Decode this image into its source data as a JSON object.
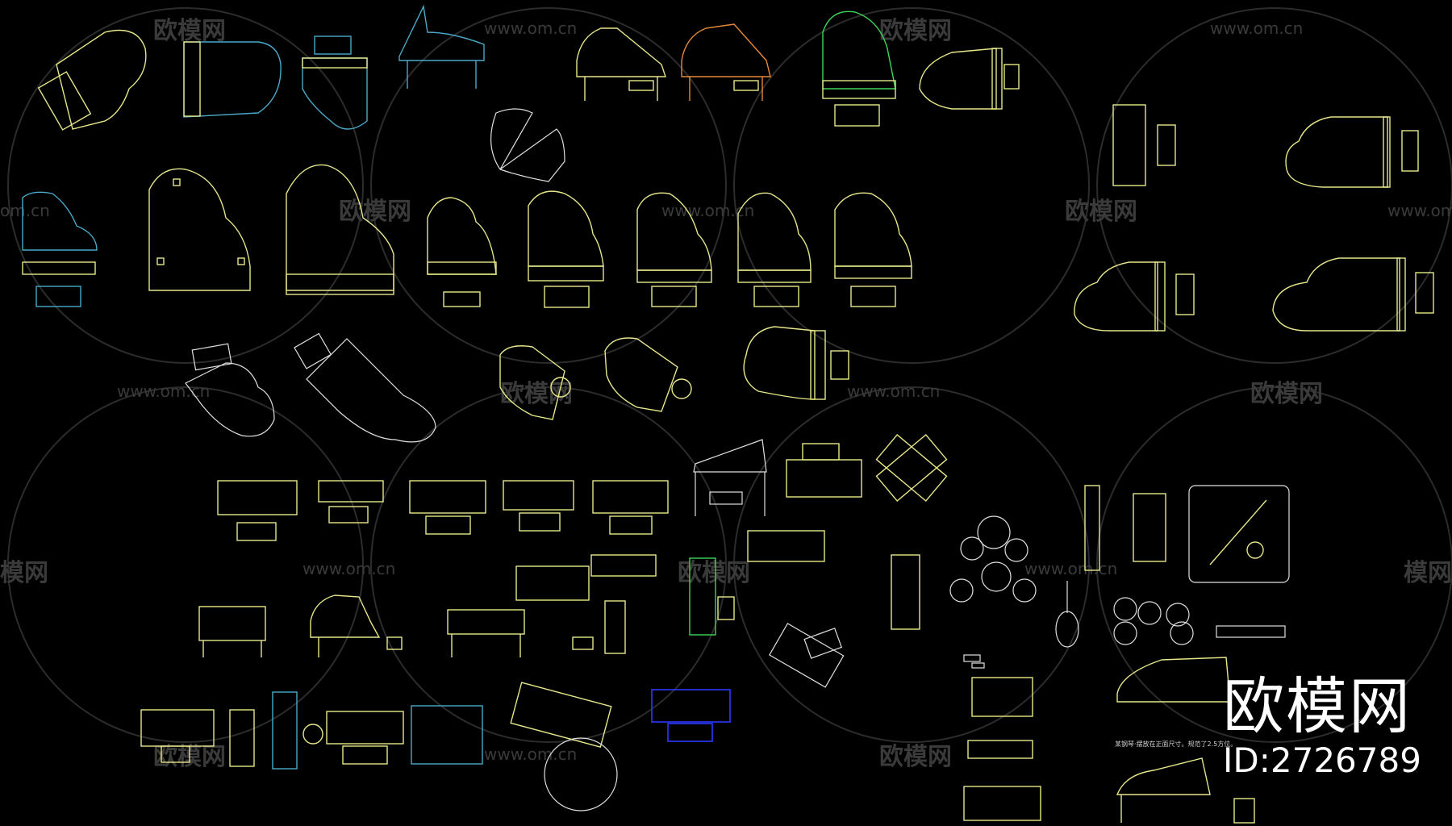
{
  "watermark": {
    "brand_cn": "欧模网",
    "url": "www.om.cn",
    "url_fragment": "om.cn",
    "brand_fragment": "模网"
  },
  "brand": {
    "name": "欧模网",
    "id": "ID:2726789"
  },
  "notes": {
    "small_caption": "某钢琴·摆放在正面尺寸。规范了2.5方位。"
  },
  "colors": {
    "background": "#000000",
    "yellow": "#e6e68a",
    "cyan": "#4aa8c8",
    "white": "#e0e0e0",
    "orange": "#e88a3a",
    "green": "#3cd85a",
    "blue": "#2a3aff",
    "watermark": "#3a3a3a"
  },
  "icons": [
    "grand-piano-top-icon",
    "grand-piano-side-icon",
    "upright-piano-icon",
    "piano-bench-icon",
    "drum-kit-icon",
    "guitar-icon",
    "guzheng-icon",
    "keyboard-icon"
  ]
}
